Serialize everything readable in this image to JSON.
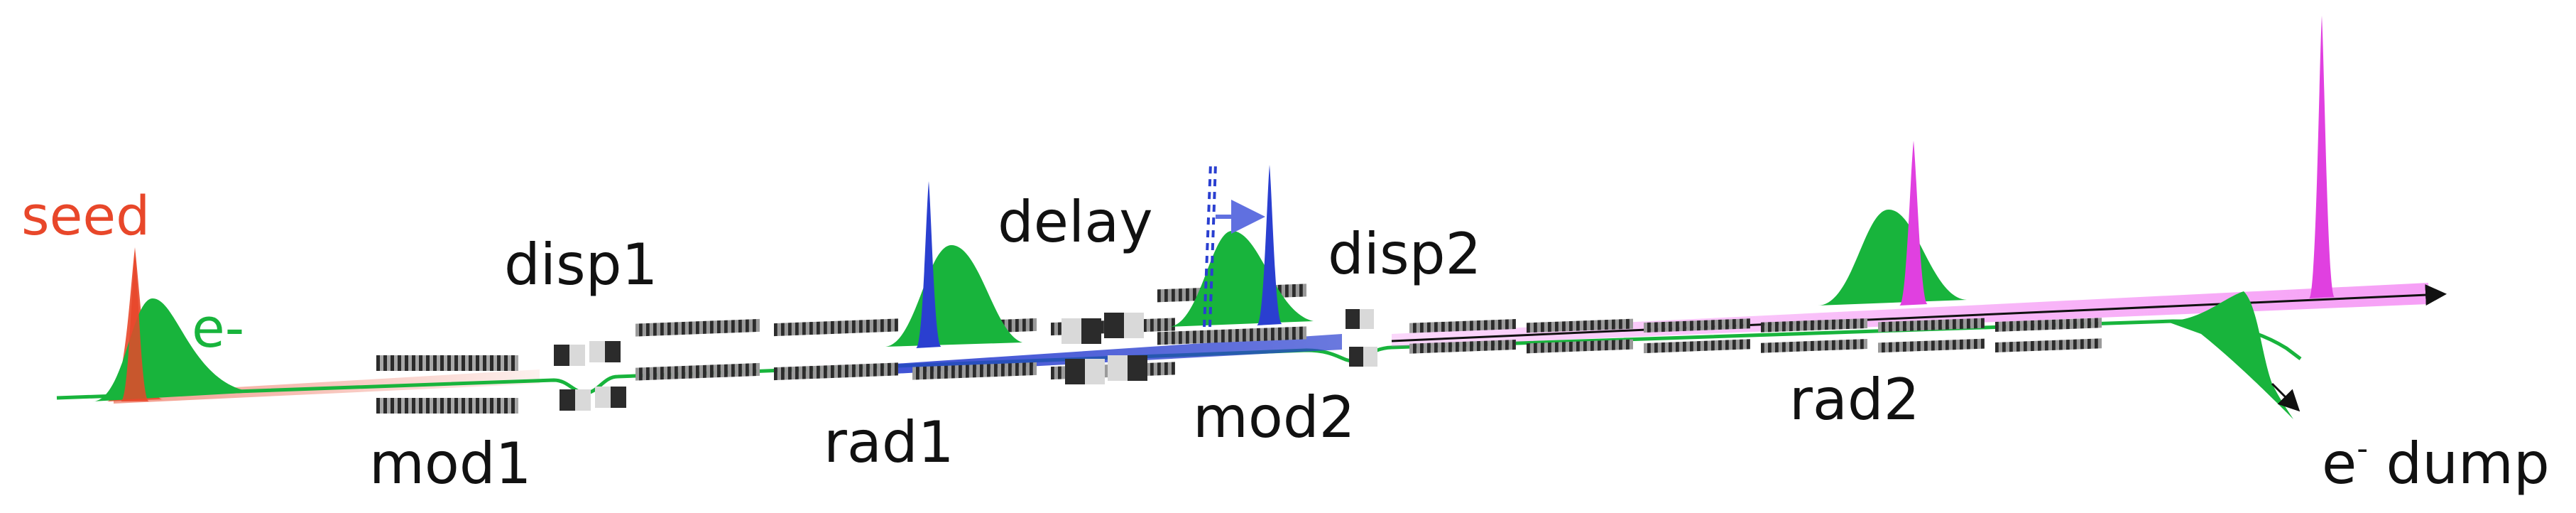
{
  "labels": {
    "seed": "seed",
    "e_minus": "e-",
    "disp1": "disp1",
    "mod1": "mod1",
    "rad1": "rad1",
    "delay": "delay",
    "disp2": "disp2",
    "mod2": "mod2",
    "rad2": "rad2",
    "dump_e": "e",
    "dump_sup": "-",
    "dump_word": " dump"
  },
  "colors": {
    "seed": "#e8472a",
    "electron": "#18b43c",
    "beam1": "#2a3fd0",
    "beam2": "#f060f0",
    "delay_arrow": "#6070e0",
    "magnet_dark": "#2b2b2b",
    "magnet_light": "#d9d9d9"
  }
}
